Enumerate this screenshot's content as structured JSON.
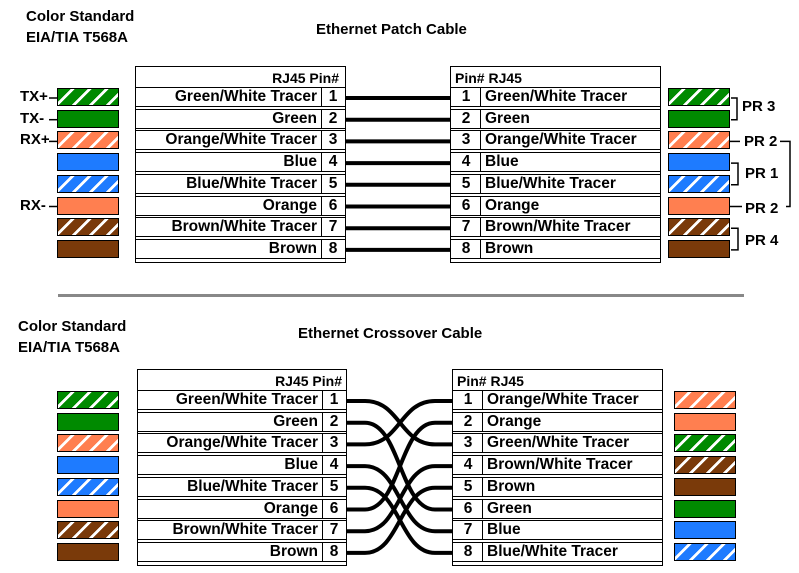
{
  "colors": {
    "green": "#008a00",
    "orange": "#ff7f50",
    "blue": "#1e7bff",
    "brown": "#7a3a0a",
    "white": "#ffffff"
  },
  "patch": {
    "standard_line1": "Color  Standard",
    "standard_line2": "EIA/TIA T568A",
    "title": "Ethernet Patch Cable",
    "left_header": "RJ45  Pin#",
    "right_header": "Pin#  RJ45",
    "left_rows": [
      {
        "name": "Green/White Tracer",
        "pin": "1",
        "swatch": "green-stripe"
      },
      {
        "name": "Green",
        "pin": "2",
        "swatch": "green"
      },
      {
        "name": "Orange/White Tracer",
        "pin": "3",
        "swatch": "orange-stripe"
      },
      {
        "name": "Blue",
        "pin": "4",
        "swatch": "blue"
      },
      {
        "name": "Blue/White Tracer",
        "pin": "5",
        "swatch": "blue-stripe"
      },
      {
        "name": "Orange",
        "pin": "6",
        "swatch": "orange"
      },
      {
        "name": "Brown/White Tracer",
        "pin": "7",
        "swatch": "brown-stripe"
      },
      {
        "name": "Brown",
        "pin": "8",
        "swatch": "brown"
      }
    ],
    "right_rows": [
      {
        "name": "Green/White Tracer",
        "pin": "1",
        "swatch": "green-stripe"
      },
      {
        "name": "Green",
        "pin": "2",
        "swatch": "green"
      },
      {
        "name": "Orange/White Tracer",
        "pin": "3",
        "swatch": "orange-stripe"
      },
      {
        "name": "Blue",
        "pin": "4",
        "swatch": "blue"
      },
      {
        "name": "Blue/White Tracer",
        "pin": "5",
        "swatch": "blue-stripe"
      },
      {
        "name": "Orange",
        "pin": "6",
        "swatch": "orange"
      },
      {
        "name": "Brown/White Tracer",
        "pin": "7",
        "swatch": "brown-stripe"
      },
      {
        "name": "Brown",
        "pin": "8",
        "swatch": "brown"
      }
    ],
    "signals": [
      "TX+",
      "TX-",
      "RX+",
      "",
      "",
      "RX-",
      "",
      ""
    ],
    "pairs": {
      "pr3": "PR 3",
      "pr2a": "PR 2",
      "pr1": "PR 1",
      "pr2b": "PR 2",
      "pr4": "PR 4"
    },
    "connections": [
      [
        1,
        1
      ],
      [
        2,
        2
      ],
      [
        3,
        3
      ],
      [
        4,
        4
      ],
      [
        5,
        5
      ],
      [
        6,
        6
      ],
      [
        7,
        7
      ],
      [
        8,
        8
      ]
    ]
  },
  "crossover": {
    "standard_line1": "Color  Standard",
    "standard_line2": "EIA/TIA T568A",
    "title": "Ethernet Crossover Cable",
    "left_header": "RJ45  Pin#",
    "right_header": "Pin#  RJ45",
    "left_rows": [
      {
        "name": "Green/White Tracer",
        "pin": "1",
        "swatch": "green-stripe"
      },
      {
        "name": "Green",
        "pin": "2",
        "swatch": "green"
      },
      {
        "name": "Orange/White Tracer",
        "pin": "3",
        "swatch": "orange-stripe"
      },
      {
        "name": "Blue",
        "pin": "4",
        "swatch": "blue"
      },
      {
        "name": "Blue/White Tracer",
        "pin": "5",
        "swatch": "blue-stripe"
      },
      {
        "name": "Orange",
        "pin": "6",
        "swatch": "orange"
      },
      {
        "name": "Brown/White Tracer",
        "pin": "7",
        "swatch": "brown-stripe"
      },
      {
        "name": "Brown",
        "pin": "8",
        "swatch": "brown"
      }
    ],
    "right_rows": [
      {
        "name": "Orange/White Tracer",
        "pin": "1",
        "swatch": "orange-stripe"
      },
      {
        "name": "Orange",
        "pin": "2",
        "swatch": "orange"
      },
      {
        "name": "Green/White Tracer",
        "pin": "3",
        "swatch": "green-stripe"
      },
      {
        "name": "Brown/White Tracer",
        "pin": "4",
        "swatch": "brown-stripe"
      },
      {
        "name": "Brown",
        "pin": "5",
        "swatch": "brown"
      },
      {
        "name": "Green",
        "pin": "6",
        "swatch": "green"
      },
      {
        "name": "Blue",
        "pin": "7",
        "swatch": "blue"
      },
      {
        "name": "Blue/White Tracer",
        "pin": "8",
        "swatch": "blue-stripe"
      }
    ],
    "connections": [
      [
        1,
        3
      ],
      [
        2,
        6
      ],
      [
        3,
        1
      ],
      [
        4,
        7
      ],
      [
        5,
        8
      ],
      [
        6,
        2
      ],
      [
        7,
        4
      ],
      [
        8,
        5
      ]
    ]
  }
}
